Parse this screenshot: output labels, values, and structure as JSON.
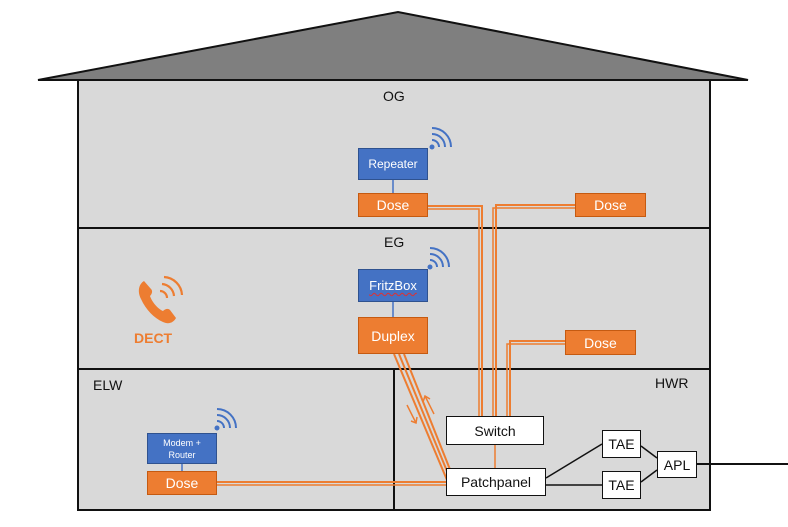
{
  "floors": {
    "og": "OG",
    "eg": "EG",
    "elw": "ELW",
    "hwr": "HWR"
  },
  "devices": {
    "repeater": "Repeater",
    "dose_og_left": "Dose",
    "dose_og_right": "Dose",
    "fritzbox": "FritzBox",
    "duplex": "Duplex",
    "dose_eg": "Dose",
    "modem_router_line1": "Modem +",
    "modem_router_line2": "Router",
    "dose_elw": "Dose",
    "switch": "Switch",
    "patchpanel": "Patchpanel",
    "tae_top": "TAE",
    "tae_bottom": "TAE",
    "apl": "APL"
  },
  "dect": {
    "label": "DECT",
    "icon": "phone-wireless-icon"
  },
  "colors": {
    "roof": "#7f7f7f",
    "floor": "#d9d9d9",
    "device_blue": "#4472c4",
    "device_orange": "#ed7d31",
    "cable": "#ed7d31",
    "outline": "#111111"
  }
}
